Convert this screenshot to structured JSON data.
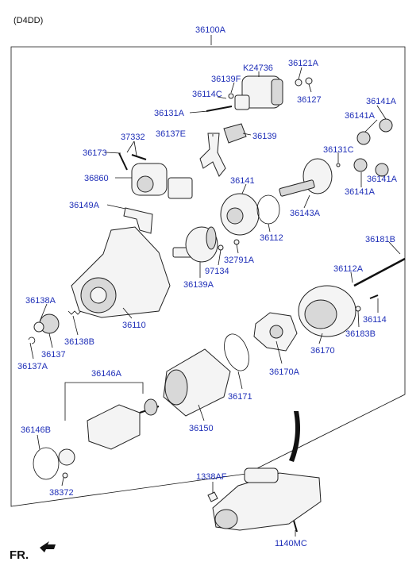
{
  "header": {
    "model_code": "(D4DD)"
  },
  "assembly": {
    "label": "36100A"
  },
  "parts": [
    {
      "id": "k24736",
      "label": "K24736"
    },
    {
      "id": "36121a",
      "label": "36121A"
    },
    {
      "id": "36139f",
      "label": "36139F"
    },
    {
      "id": "36114c",
      "label": "36114C"
    },
    {
      "id": "36127",
      "label": "36127"
    },
    {
      "id": "36141a_top",
      "label": "36141A"
    },
    {
      "id": "36141a_mid",
      "label": "36141A"
    },
    {
      "id": "36131a",
      "label": "36131A"
    },
    {
      "id": "37332",
      "label": "37332"
    },
    {
      "id": "36137e",
      "label": "36137E"
    },
    {
      "id": "36139",
      "label": "36139"
    },
    {
      "id": "36173",
      "label": "36173"
    },
    {
      "id": "36131c",
      "label": "36131C"
    },
    {
      "id": "36860",
      "label": "36860"
    },
    {
      "id": "36141",
      "label": "36141"
    },
    {
      "id": "36141a_left",
      "label": "36141A"
    },
    {
      "id": "36141a_right",
      "label": "36141A"
    },
    {
      "id": "36149a",
      "label": "36149A"
    },
    {
      "id": "36143a",
      "label": "36143A"
    },
    {
      "id": "36112",
      "label": "36112"
    },
    {
      "id": "36181b",
      "label": "36181B"
    },
    {
      "id": "32791a",
      "label": "32791A"
    },
    {
      "id": "97134",
      "label": "97134"
    },
    {
      "id": "36112a",
      "label": "36112A"
    },
    {
      "id": "36139a",
      "label": "36139A"
    },
    {
      "id": "36138a",
      "label": "36138A"
    },
    {
      "id": "36110",
      "label": "36110"
    },
    {
      "id": "36114",
      "label": "36114"
    },
    {
      "id": "36183b",
      "label": "36183B"
    },
    {
      "id": "36138b",
      "label": "36138B"
    },
    {
      "id": "36137",
      "label": "36137"
    },
    {
      "id": "36137a",
      "label": "36137A"
    },
    {
      "id": "36170",
      "label": "36170"
    },
    {
      "id": "36146a",
      "label": "36146A"
    },
    {
      "id": "36170a",
      "label": "36170A"
    },
    {
      "id": "36171",
      "label": "36171"
    },
    {
      "id": "36150",
      "label": "36150"
    },
    {
      "id": "36146b",
      "label": "36146B"
    },
    {
      "id": "38372",
      "label": "38372"
    },
    {
      "id": "1338af",
      "label": "1338AF"
    },
    {
      "id": "1140mc",
      "label": "1140MC"
    }
  ],
  "footer": {
    "direction_label": "FR."
  },
  "colors": {
    "label": "#1f2fb8",
    "line": "#111111"
  }
}
